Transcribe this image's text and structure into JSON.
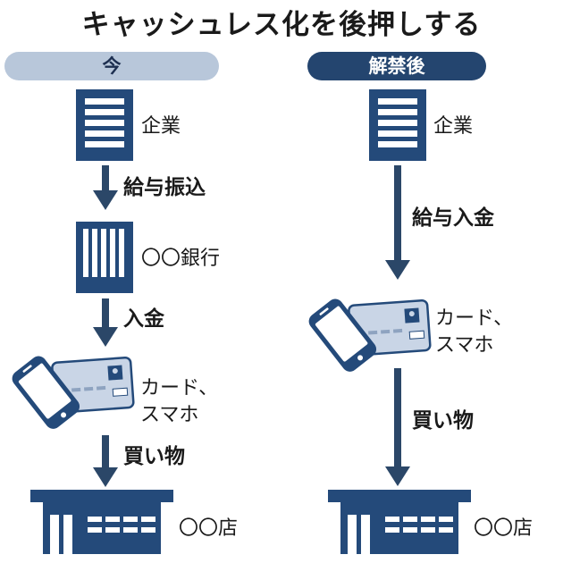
{
  "title": "キャッシュレス化を後押しする",
  "left": {
    "header": "今",
    "nodes": {
      "company": "企業",
      "bank": "〇〇銀行",
      "card_phone": "カード、\nスマホ",
      "store": "〇〇店"
    },
    "steps": {
      "salary_transfer": "給与振込",
      "deposit": "入金",
      "shopping": "買い物"
    }
  },
  "right": {
    "header": "解禁後",
    "nodes": {
      "company": "企業",
      "card_phone": "カード、\nスマホ",
      "store": "〇〇店"
    },
    "steps": {
      "salary_deposit": "給与入金",
      "shopping": "買い物"
    }
  },
  "colors": {
    "navy": "#244a7a",
    "arrow": "#2b4768",
    "light_blue": "#b8c7da",
    "card": "#c9d5e6"
  }
}
